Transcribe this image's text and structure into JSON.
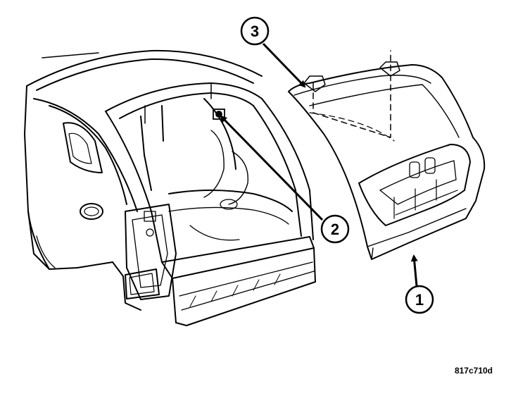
{
  "diagram": {
    "callouts": [
      {
        "id": "callout-1",
        "label": "1"
      },
      {
        "id": "callout-2",
        "label": "2"
      },
      {
        "id": "callout-3",
        "label": "3"
      }
    ],
    "figure_code": "817c710d"
  }
}
